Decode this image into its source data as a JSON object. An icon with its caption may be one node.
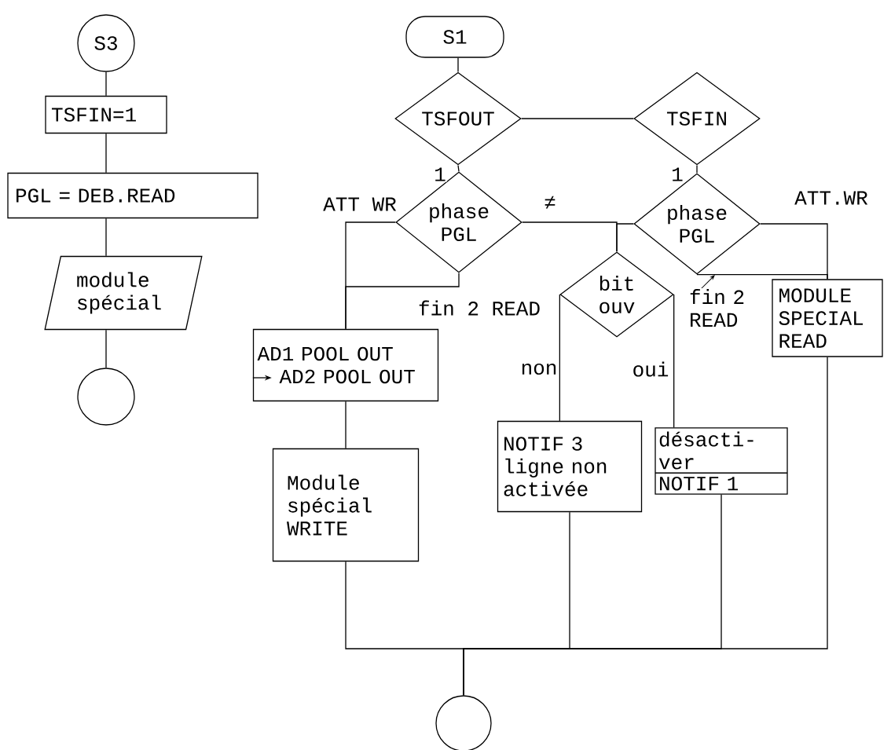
{
  "diagram": {
    "nodes": [
      {
        "text": [
          "S3"
        ]
      },
      {
        "text": [
          "TSFIN=1"
        ]
      },
      {
        "text": [
          "PGL = DEB.READ"
        ]
      },
      {
        "text": [
          "module spécial"
        ]
      },
      {
        "text": [],
        "shape": "circle"
      },
      {
        "text": [
          "S1"
        ]
      },
      {
        "text": [
          "TSFOUT"
        ]
      },
      {
        "text": [
          "TSFIN"
        ]
      },
      {
        "text": [
          "phase PGL"
        ]
      },
      {
        "text": [
          "phase PGL"
        ]
      },
      {
        "text": [
          "bit ouv"
        ]
      },
      {
        "text": [
          "MODULE SPECIAL READ"
        ]
      },
      {
        "text": [
          "AD1 POOL OUT",
          "AD2 POOL OUT"
        ]
      },
      {
        "text": [
          "Module spécial WRITE"
        ]
      },
      {
        "text": [
          "NOTIF 3 ligne non activée"
        ]
      },
      {
        "text": [
          "désacti- ver",
          "NOTIF 1"
        ]
      },
      {
        "text": [],
        "shape": "circle"
      }
    ],
    "edges": [
      {
        "from": 0,
        "to": 1,
        "arrow": "none"
      },
      {
        "from": 1,
        "to": 2,
        "arrow": "none"
      },
      {
        "from": 2,
        "to": 3,
        "arrow": "none"
      },
      {
        "from": 3,
        "to": 4,
        "arrow": "none"
      },
      {
        "from": 5,
        "to": 6,
        "arrow": "none"
      },
      {
        "from": 6,
        "to": 7,
        "arrow": "none"
      },
      {
        "from": 6,
        "to": 8,
        "arrow": "none",
        "label": "1"
      },
      {
        "from": 7,
        "to": 9,
        "arrow": "none",
        "label": "1"
      },
      {
        "from": 8,
        "to": 12,
        "arrow": "none",
        "label": "ATT WR"
      },
      {
        "from": 8,
        "to": 12,
        "arrow": "none",
        "label": "fin 2 READ"
      },
      {
        "from": 8,
        "to": 10,
        "arrow": "none",
        "label": "≠"
      },
      {
        "from": 9,
        "to": 10,
        "arrow": "none"
      },
      {
        "from": 9,
        "to": 11,
        "arrow": "none",
        "label": "ATT.WR"
      },
      {
        "from": 9,
        "to": 11,
        "arrow": "none",
        "label": "fin 2 READ"
      },
      {
        "from": 10,
        "to": 14,
        "arrow": "none",
        "label": "non"
      },
      {
        "from": 10,
        "to": 15,
        "arrow": "none",
        "label": "oui"
      },
      {
        "from": 12,
        "to": 13,
        "arrow": "none"
      },
      {
        "from": 13,
        "to": 16,
        "arrow": "none"
      },
      {
        "from": 14,
        "to": 16,
        "arrow": "none"
      },
      {
        "from": 15,
        "to": 16,
        "arrow": "none"
      },
      {
        "from": 11,
        "to": 16,
        "arrow": "none"
      }
    ]
  }
}
